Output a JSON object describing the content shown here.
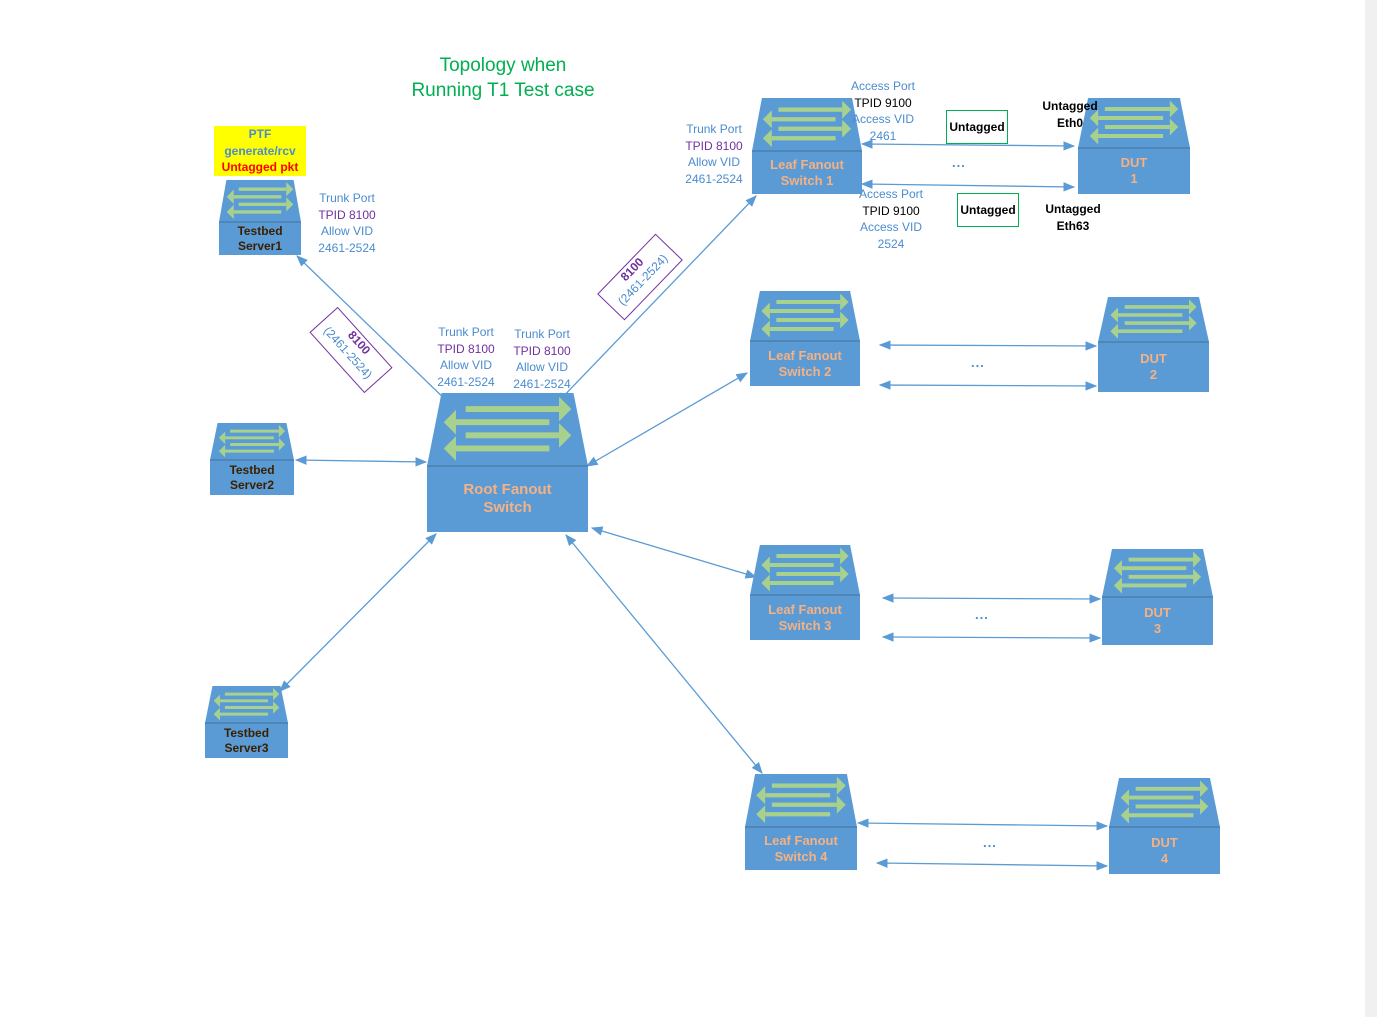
{
  "title": [
    "Topology when",
    "Running T1 Test case"
  ],
  "ptf_note": [
    "PTF",
    "generate/rcv",
    "Untagged pkt"
  ],
  "devices": {
    "server1": [
      "Testbed",
      "Server1"
    ],
    "server2": [
      "Testbed",
      "Server2"
    ],
    "server3": [
      "Testbed",
      "Server3"
    ],
    "root": [
      "Root Fanout",
      "Switch"
    ],
    "leaf1": [
      "Leaf Fanout",
      "Switch 1"
    ],
    "leaf2": [
      "Leaf Fanout",
      "Switch 2"
    ],
    "leaf3": [
      "Leaf Fanout",
      "Switch 3"
    ],
    "leaf4": [
      "Leaf Fanout",
      "Switch 4"
    ],
    "dut1": [
      "DUT",
      "1"
    ],
    "dut2": [
      "DUT",
      "2"
    ],
    "dut3": [
      "DUT",
      "3"
    ],
    "dut4": [
      "DUT",
      "4"
    ]
  },
  "port_labels": {
    "server1_trunk": [
      "Trunk Port",
      "TPID 8100",
      "Allow VID",
      "2461-2524"
    ],
    "root_trunk_a": [
      "Trunk Port",
      "TPID 8100",
      "Allow VID",
      "2461-2524"
    ],
    "root_trunk_b": [
      "Trunk Port",
      "TPID 8100",
      "Allow VID",
      "2461-2524"
    ],
    "leaf1_trunk": [
      "Trunk Port",
      "TPID 8100",
      "Allow VID",
      "2461-2524"
    ],
    "leaf1_access_top": [
      "Access Port",
      "TPID 9100",
      "Access VID",
      "2461"
    ],
    "leaf1_access_bottom": [
      "Access Port",
      "TPID 9100",
      "Access VID",
      "2524"
    ]
  },
  "tag_boxes": {
    "top": "Untagged",
    "bottom": "Untagged"
  },
  "dut_ports": {
    "eth0": [
      "Untagged",
      "Eth0"
    ],
    "eth63": [
      "Untagged",
      "Eth63"
    ]
  },
  "link_tags": {
    "server1_root": [
      "8100",
      "(2461-2524)"
    ],
    "root_leaf1": [
      "8100",
      "(2461-2524)"
    ]
  },
  "ellipsis": "...",
  "colors": {
    "device_fill": "#5b9bd5",
    "device_text": "#f4b183",
    "server_text": "#3a2000",
    "arrow_icon": "#a9d18e",
    "link": "#5b9bd5",
    "title": "#00b050",
    "trunk_text": "#4a8ccf",
    "tpid_text": "#7030a0",
    "tag_box_border": "#00b050",
    "ptf_fill": "#ffff00",
    "ptf_red": "#ff0000"
  }
}
